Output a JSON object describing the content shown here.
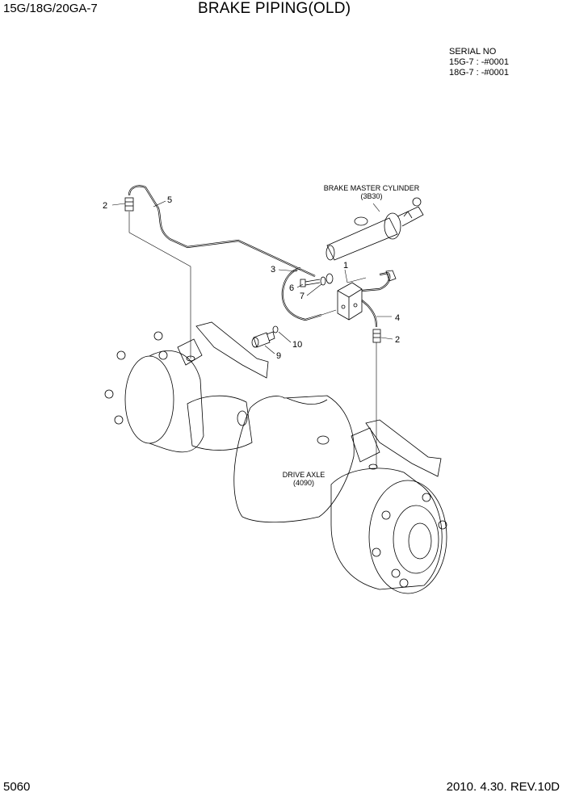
{
  "header": {
    "model": "15G/18G/20GA-7",
    "title": "BRAKE PIPING(OLD)"
  },
  "serial": {
    "heading": "SERIAL NO",
    "lines": [
      "15G-7 : -#0001",
      "18G-7 : -#0001"
    ]
  },
  "labels": {
    "master_cylinder": "BRAKE MASTER CYLINDER",
    "master_cylinder_ref": "(3B30)",
    "drive_axle": "DRIVE AXLE",
    "drive_axle_ref": "(4090)"
  },
  "callouts": {
    "c1": "1",
    "c2_left": "2",
    "c2_right": "2",
    "c3": "3",
    "c4": "4",
    "c5": "5",
    "c6": "6",
    "c7": "7",
    "c9": "9",
    "c10": "10"
  },
  "footer": {
    "page": "5060",
    "revision": "2010. 4.30.  REV.10D"
  }
}
